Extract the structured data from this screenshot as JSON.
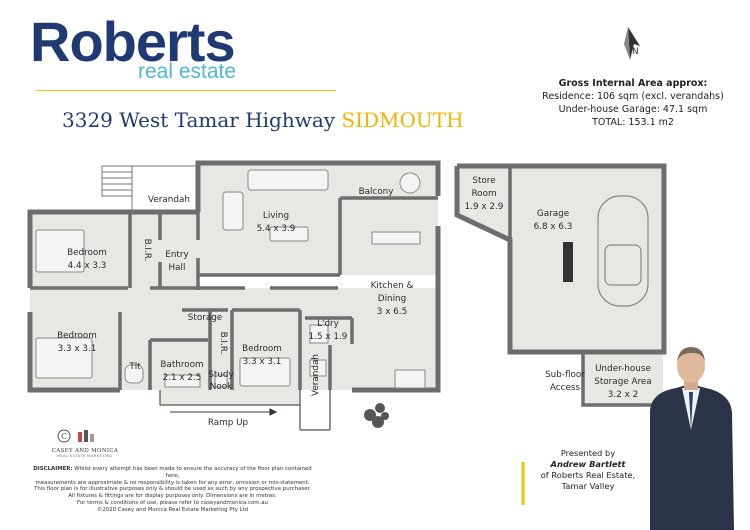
{
  "brand": {
    "name": "Roberts",
    "sub": "real estate"
  },
  "address": {
    "street": "3329 West Tamar Highway",
    "suburb": "SIDMOUTH"
  },
  "area": {
    "heading": "Gross Internal Area approx:",
    "residence": "Residence: 106 sqm (excl. verandahs)",
    "garage": "Under-house Garage: 47.1 sqm",
    "total": "TOTAL: 153.1 m2"
  },
  "rooms": {
    "verandah": "Verandah",
    "living": "Living",
    "living_dim": "5.4 x 3.9",
    "balcony": "Balcony",
    "bedroom1": "Bedroom",
    "bedroom1_dim": "4.4 x 3.3",
    "bir1": "B.I.R.",
    "entry1": "Entry",
    "entry2": "Hall",
    "kitchen1": "Kitchen &",
    "kitchen2": "Dining",
    "kitchen_dim": "3 x 6.5",
    "storage": "Storage",
    "bedroom2": "Bedroom",
    "bedroom2_dim": "3.3 x 3.1",
    "bir2": "B.I.R.",
    "bedroom3": "Bedroom",
    "bedroom3_dim": "3.3 x 3.1",
    "laundry": "L'dry",
    "laundry_dim": "1.5 x 1.9",
    "toilet": "Tlt",
    "bathroom": "Bathroom",
    "bathroom_dim": "2.1 x 2.5",
    "study1": "Study",
    "study2": "Nook",
    "verandah2": "Verandah",
    "ramp": "Ramp Up",
    "store1": "Store",
    "store2": "Room",
    "store_dim": "1.9 x 2.9",
    "garage": "Garage",
    "garage_dim": "6.8 x 6.3",
    "subfloor1": "Sub-floor",
    "subfloor2": "Access",
    "under1": "Under-house",
    "under2": "Storage Area",
    "under_dim": "3.2 x 2"
  },
  "compass": {
    "label": "N"
  },
  "disclaimer": {
    "label": "DISCLAIMER:",
    "line1": "Whilst every attempt has been made to ensure the accuracy of the floor plan contained here,",
    "line2": "measurements are approximate & no responsibility is taken for any error, omission or mis-statement.",
    "line3": "This floor plan is for illustrative purposes only & should be used as such by any prospective purchaser.",
    "line4": "All fixtures & fittings are for display purposes only. Dimensions are in metres.",
    "line5": "For terms & conditions of use, please refer to caseyandmonica.com.au",
    "line6": "©2020 Casey and Monica Real Estate Marketing Pty Ltd"
  },
  "marketer": {
    "name": "CASEY AND MONICA",
    "sub": "REAL ESTATE MARKETING"
  },
  "agent": {
    "presented": "Presented by",
    "name": "Andrew Bartlett",
    "agency": "of Roberts Real Estate,",
    "location": "Tamar Valley"
  },
  "colors": {
    "brand_navy": "#1f3a73",
    "brand_blue": "#4fb7d8",
    "accent_yellow": "#f2c300",
    "wall": "#6d6d6d",
    "floor": "#e6e8e3"
  }
}
